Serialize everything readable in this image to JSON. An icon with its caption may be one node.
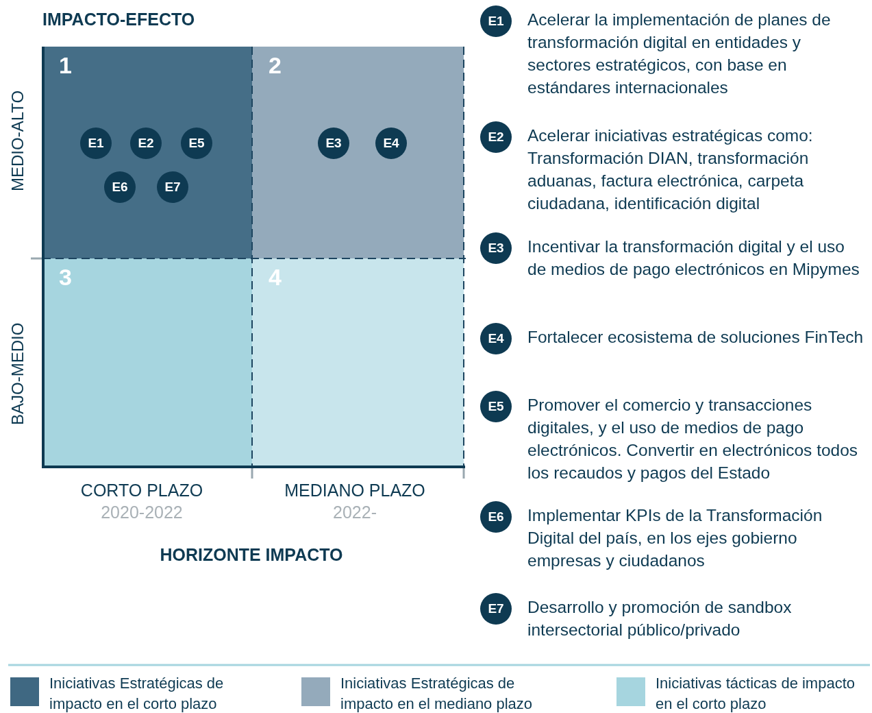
{
  "diagram": {
    "title": "IMPACTO-EFECTO",
    "nodes": [
      {
        "text": [
          "1"
        ]
      },
      {
        "text": [
          "E1"
        ],
        "in": 0
      },
      {
        "text": [
          "E2"
        ],
        "in": 0
      },
      {
        "text": [
          "E5"
        ],
        "in": 0
      },
      {
        "text": [
          "E6"
        ],
        "in": 0
      },
      {
        "text": [
          "E7"
        ],
        "in": 0
      },
      {
        "text": [
          "2"
        ]
      },
      {
        "text": [
          "E3"
        ],
        "in": 6
      },
      {
        "text": [
          "E4"
        ],
        "in": 6
      },
      {
        "text": [
          "3"
        ]
      },
      {
        "text": [
          "4"
        ]
      },
      {
        "text": [
          "E1"
        ],
        "beside": [
          "Acelerar la implementación de planes de transformación digital en entidades y sectores estratégicos, con base en estándares internacionales"
        ]
      },
      {
        "text": [
          "E2"
        ],
        "beside": [
          "Acelerar iniciativas estratégicas como: Transformación DIAN, transformación aduanas, factura electrónica, carpeta ciudadana, identificación digital"
        ]
      },
      {
        "text": [
          "E3"
        ],
        "beside": [
          "Incentivar la transformación digital y el uso de medios de pago electrónicos en Mipymes"
        ]
      },
      {
        "text": [
          "E4"
        ],
        "beside": [
          "Fortalecer ecosistema de soluciones FinTech"
        ]
      },
      {
        "text": [
          "E5"
        ],
        "beside": [
          "Promover el comercio y transacciones digitales, y el uso de medios de pago electrónicos. Convertir en electrónicos todos los recaudos y pagos del Estado"
        ]
      },
      {
        "text": [
          "E6"
        ],
        "beside": [
          "Implementar KPIs de la Transformación Digital del país, en los ejes gobierno empresas y ciudadanos"
        ]
      },
      {
        "text": [
          "E7"
        ],
        "beside": [
          "Desarrollo y promoción de sandbox intersectorial público/privado"
        ]
      }
    ],
    "edges": [],
    "labels": [
      "MEDIO-ALTO",
      "BAJO-MEDIO",
      "CORTO PLAZO",
      "2020-2022",
      "MEDIANO PLAZO",
      "2022-",
      "HORIZONTE IMPACTO"
    ],
    "legend": [
      {
        "text": "Iniciativas Estratégicas de impacto en el corto plazo",
        "color": "#3f6882"
      },
      {
        "text": "Iniciativas Estratégicas de impacto en el mediano plazo",
        "color": "#94aabb"
      },
      {
        "text": "Iniciativas tácticas de impacto en el corto plazo",
        "color": "#a6d5df"
      }
    ]
  }
}
